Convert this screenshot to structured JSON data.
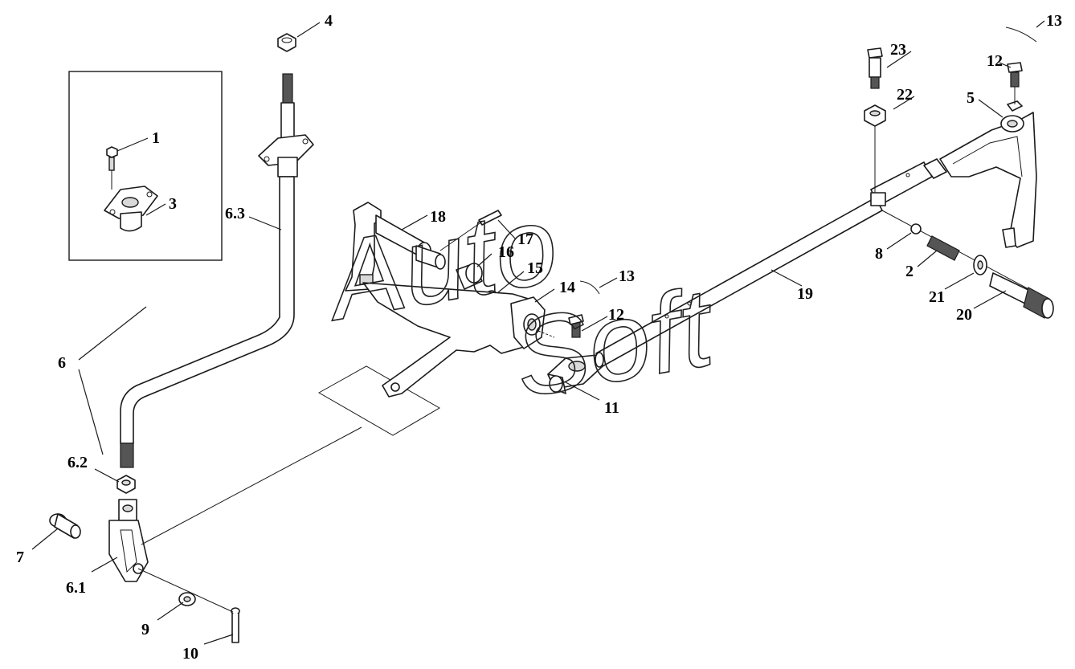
{
  "watermark": [
    "Auto",
    "Soft"
  ],
  "callouts": {
    "c1": "1",
    "c2": "2",
    "c3": "3",
    "c4": "4",
    "c5": "5",
    "c6": "6",
    "c6_1": "6.1",
    "c6_2": "6.2",
    "c6_3": "6.3",
    "c7": "7",
    "c8": "8",
    "c9": "9",
    "c10": "10",
    "c11": "11",
    "c12a": "12",
    "c12b": "12",
    "c13a": "13",
    "c13b": "13",
    "c14": "14",
    "c15": "15",
    "c16": "16",
    "c17": "17",
    "c18": "18",
    "c19": "19",
    "c20": "20",
    "c21": "21",
    "c22": "22",
    "c23": "23"
  }
}
